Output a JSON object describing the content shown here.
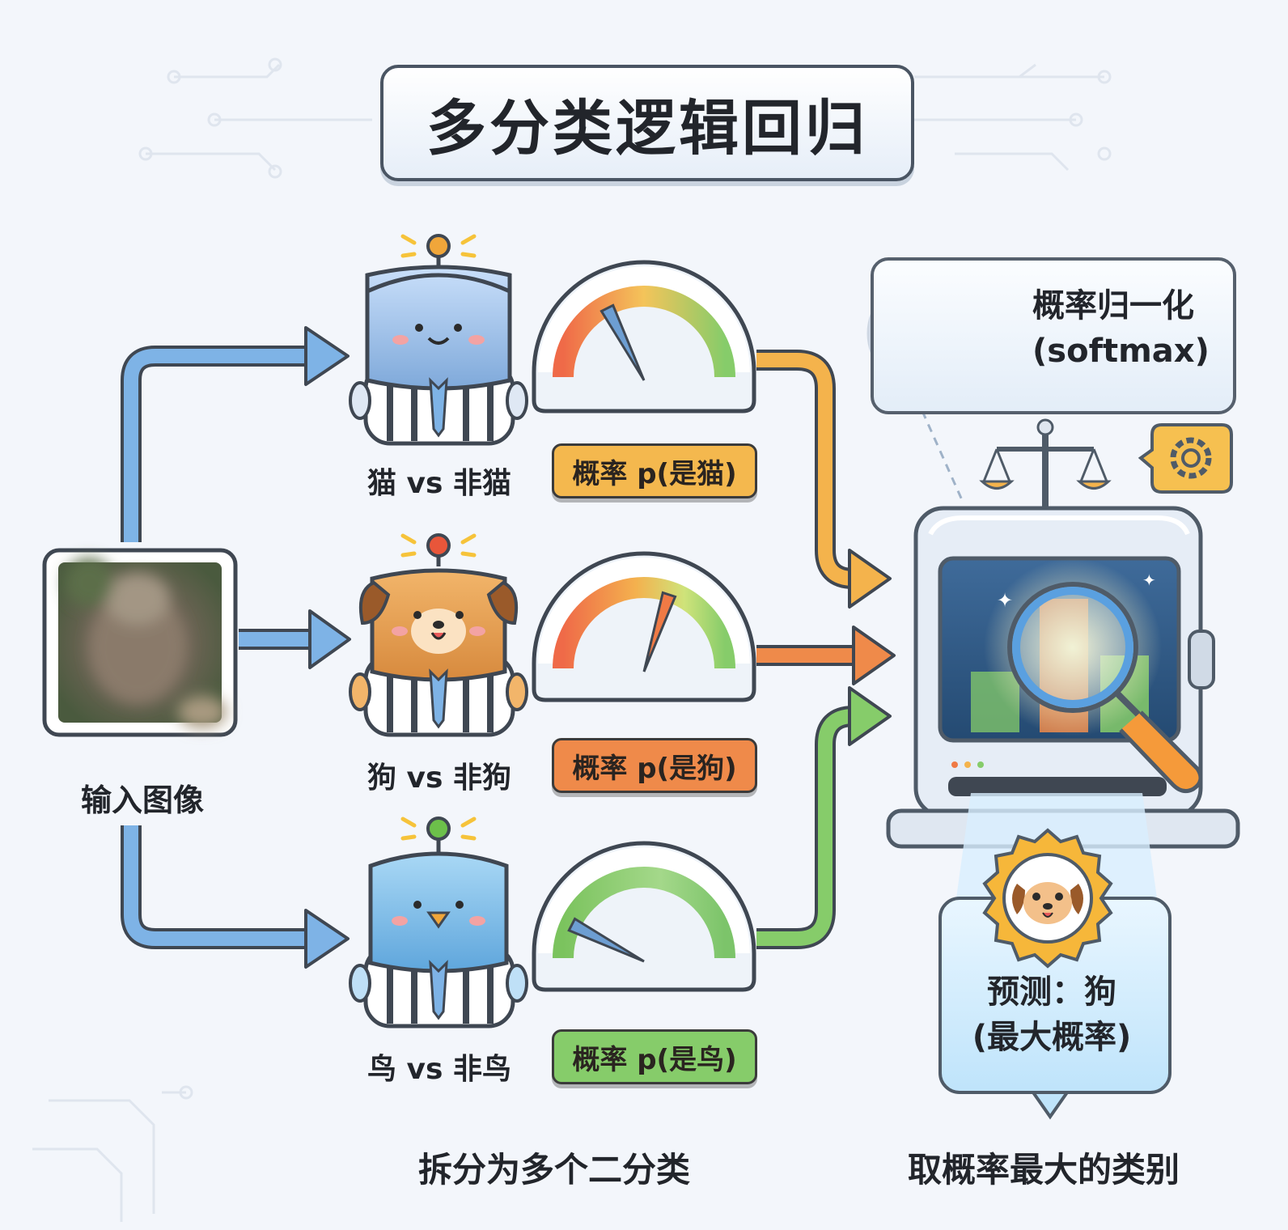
{
  "title": "多分类逻辑回归",
  "input": {
    "label": "输入图像"
  },
  "classifiers": [
    {
      "name": "猫 vs 非猫",
      "prob_label": "概率 p(是猫)",
      "color": "#f2b64a",
      "hat_color": "#f0a63a",
      "level": 0.35
    },
    {
      "name": "狗 vs 非狗",
      "prob_label": "概率 p(是狗)",
      "color": "#ef8a4a",
      "hat_color": "#e8563a",
      "level": 0.6
    },
    {
      "name": "鸟 vs 非鸟",
      "prob_label": "概率 p(是鸟)",
      "color": "#86cc6a",
      "hat_color": "#6cc04a",
      "level": 0.15
    }
  ],
  "softmax": {
    "line1": "概率归一化",
    "line2": "(softmax)"
  },
  "prediction": {
    "line1": "预测：狗",
    "line2": "(最大概率)"
  },
  "bottom": {
    "left": "拆分为多个二分类",
    "right": "取概率最大的类别"
  },
  "colors": {
    "blue_arrow": "#7eb3e6",
    "outline": "#3f4752"
  }
}
